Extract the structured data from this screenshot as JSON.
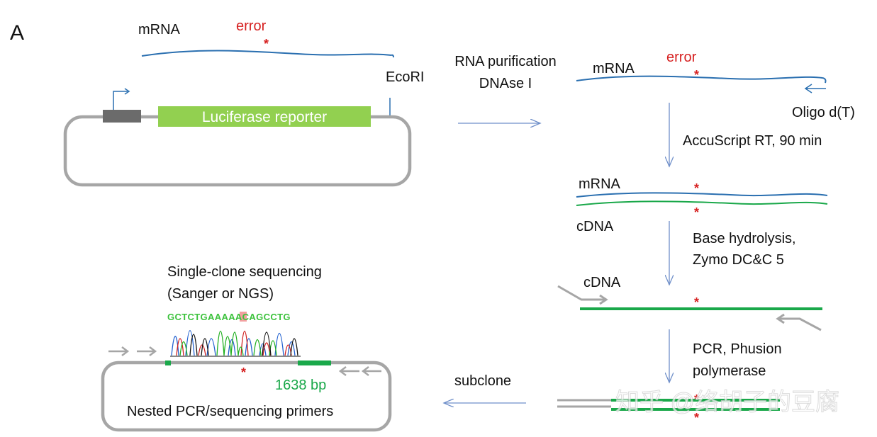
{
  "panel_letter": "A",
  "plasmid": {
    "mrna_label": "mRNA",
    "error_label": "error",
    "ecori_label": "EcoRI",
    "reporter_label": "Luciferase reporter"
  },
  "step1": {
    "line1": "RNA purification",
    "line2": "DNAse I"
  },
  "mrna_panel": {
    "mrna_label": "mRNA",
    "error_label": "error",
    "primer_label": "Oligo d(T)"
  },
  "step2": {
    "label": "AccuScript RT, 90 min"
  },
  "hybrid": {
    "mrna_label": "mRNA",
    "cdna_label": "cDNA"
  },
  "step3": {
    "line1": "Base hydrolysis,",
    "line2": "Zymo DC&C 5"
  },
  "pcr_panel": {
    "cdna_label": "cDNA"
  },
  "step4": {
    "line1": "PCR, Phusion",
    "line2": "polymerase"
  },
  "step5": {
    "label": "subclone"
  },
  "sequencing": {
    "title_line1": "Single-clone sequencing",
    "title_line2": "(Sanger or NGS)",
    "sequence": "GCTCTGAAAAACAGCCTG",
    "fragment_size": "1638 bp",
    "primers_label": "Nested PCR/sequencing primers"
  },
  "watermark": "知乎 @络胡子的豆腐",
  "colors": {
    "mrna": "#2a6fb0",
    "cdna": "#1aa84a",
    "error": "#d62020",
    "reporter": "#92d050",
    "promoter": "#6b6b6b",
    "plasmid": "#a6a6a6",
    "arrow": "#6f8fc9"
  }
}
